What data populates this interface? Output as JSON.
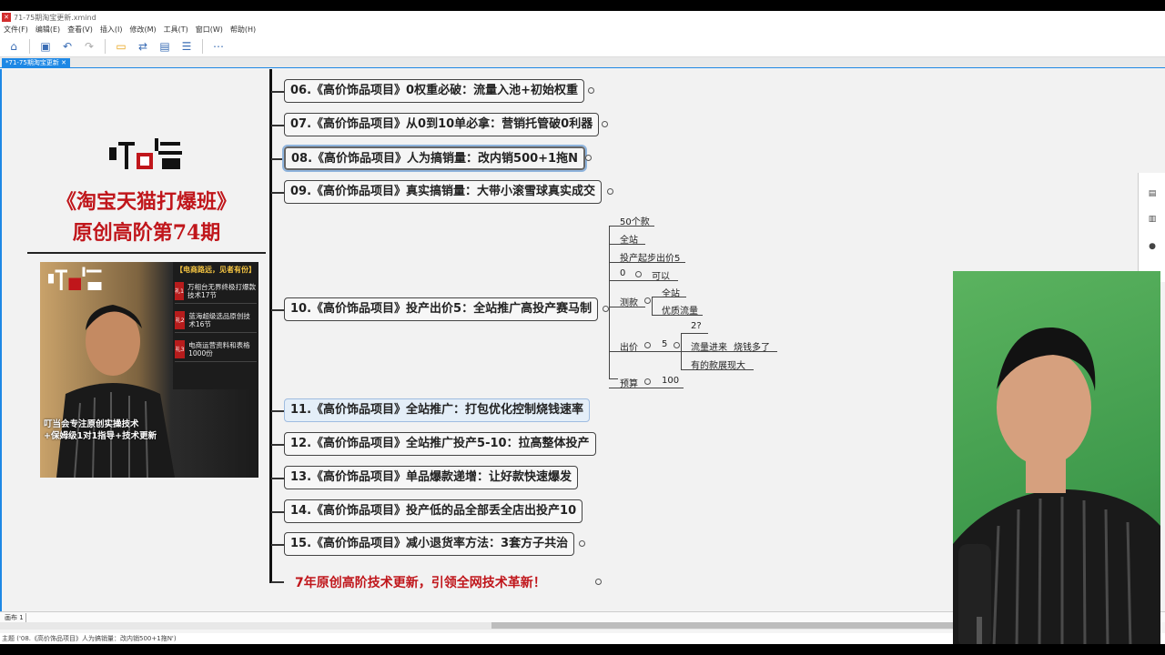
{
  "window": {
    "title": "71-75期淘宝更新.xmind"
  },
  "menu": [
    "文件(F)",
    "编辑(E)",
    "查看(V)",
    "插入(I)",
    "修改(M)",
    "工具(T)",
    "窗口(W)",
    "帮助(H)"
  ],
  "tab": {
    "label": "*71-75期淘宝更新 ✕"
  },
  "poster": {
    "title_line1": "《淘宝天猫打爆班》",
    "title_line2": "原创高阶第74期",
    "tag": "【电商路远，见者有份】",
    "items": [
      {
        "num": "礼1",
        "text": "万相台无界终极打爆款技术17节"
      },
      {
        "num": "礼2",
        "text": "蓝海超级选品原创技术16节"
      },
      {
        "num": "礼3",
        "text": "电商运营资料和表格1000份"
      }
    ],
    "slogan_line1": "叮当会专注原创实操技术",
    "slogan_line2": "+保姆级1对1指导+技术更新"
  },
  "nodes": [
    {
      "id": "n06",
      "text": "06.《高价饰品项目》0权重必破：流量入池+初始权重"
    },
    {
      "id": "n07",
      "text": "07.《高价饰品项目》从0到10单必拿：营销托管破0利器"
    },
    {
      "id": "n08",
      "text": "08.《高价饰品项目》人为搞销量：改内销500+1拖N"
    },
    {
      "id": "n09",
      "text": "09.《高价饰品项目》真实搞销量：大带小滚雪球真实成交"
    },
    {
      "id": "n10",
      "text": "10.《高价饰品项目》投产出价5：全站推广高投产赛马制"
    },
    {
      "id": "n11",
      "text": "11.《高价饰品项目》全站推广：打包优化控制烧钱速率"
    },
    {
      "id": "n12",
      "text": "12.《高价饰品项目》全站推广投产5-10：拉高整体投产"
    },
    {
      "id": "n13",
      "text": "13.《高价饰品项目》单品爆款递增：让好款快速爆发"
    },
    {
      "id": "n14",
      "text": "14.《高价饰品项目》投产低的品全部丢全店出投产10"
    },
    {
      "id": "n15",
      "text": "15.《高价饰品项目》减小退货率方法：3套方子共治"
    }
  ],
  "subtopics": {
    "s50": "50个款",
    "quanzhan": "全站",
    "touchan": "投产起步出价5",
    "zero": "0",
    "keyi": "可以",
    "cekuan": "测款",
    "quanzhan2": "全站",
    "youzhi": "优质流量",
    "chujia": "出价",
    "five": "5",
    "q2": "2?",
    "liuliang": "流量进来",
    "shaoqian": "烧钱多了",
    "youde": "有的款展现大",
    "yusuan": "预算",
    "hundred": "100"
  },
  "final_text": "7年原创高阶技术更新，引领全网技术革新！",
  "sheet": {
    "label": "画布 1"
  },
  "status": {
    "text": "主题 ('08.《高价饰品项目》人为搞销量：改内销500+1拖N')"
  }
}
